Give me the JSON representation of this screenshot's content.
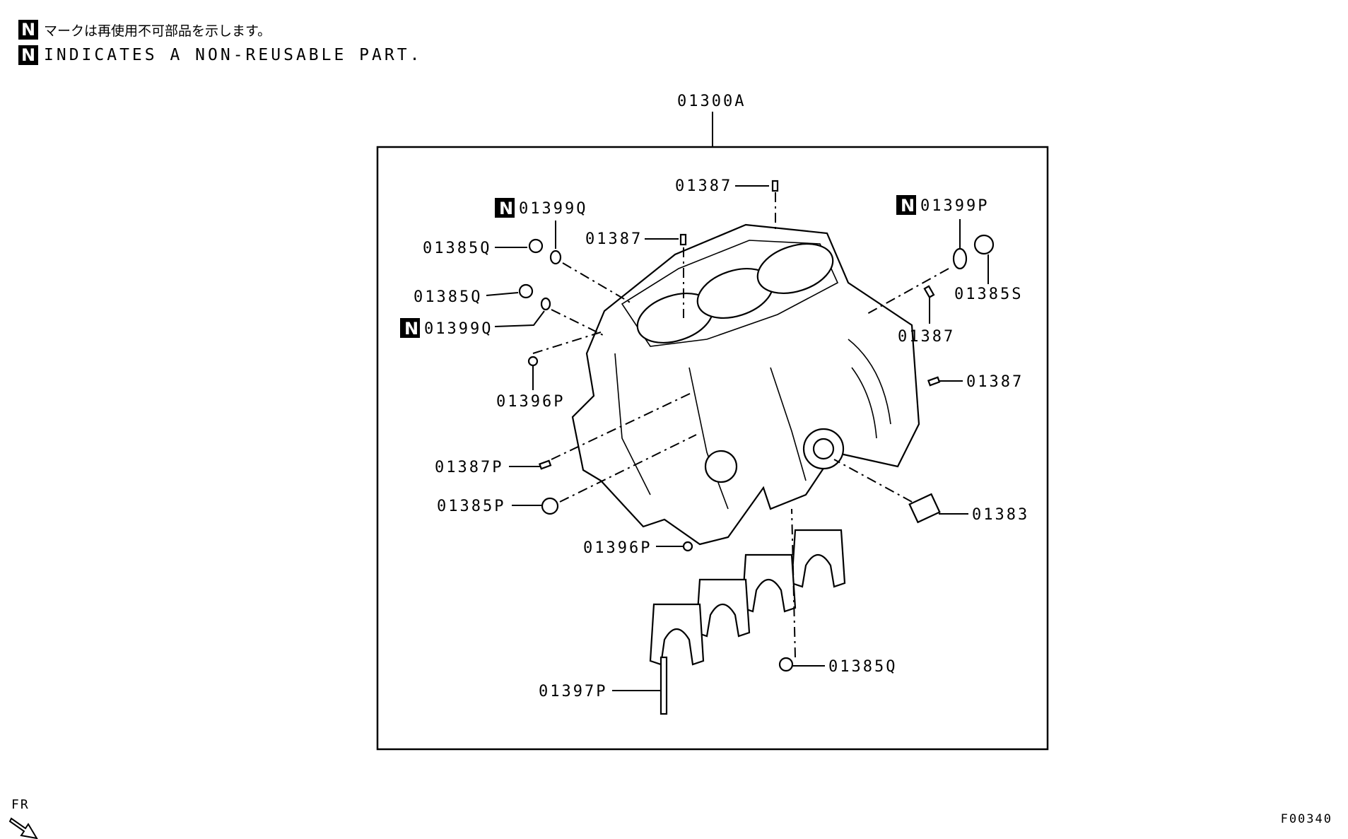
{
  "legend": {
    "badge": "N",
    "japanese": "マークは再使用不可部品を示します。",
    "english": "INDICATES A NON-REUSABLE PART."
  },
  "assembly": {
    "part_number": "01300A"
  },
  "callouts": {
    "p01387_top": "01387",
    "p01399q_top": "01399Q",
    "p01387_mid": "01387",
    "p01385q_top": "01385Q",
    "p01385q_mid": "01385Q",
    "p01399q_mid": "01399Q",
    "p01396p_top": "01396P",
    "p01387p": "01387P",
    "p01385p": "01385P",
    "p01396p_bottom": "01396P",
    "p01397p": "01397P",
    "p01399p": "01399P",
    "p01385s": "01385S",
    "p01387_right": "01387",
    "p01387_right2": "01387",
    "p01383": "01383",
    "p01385q_bottom": "01385Q"
  },
  "orientation": {
    "label": "FR"
  },
  "figure_code": "F00340"
}
